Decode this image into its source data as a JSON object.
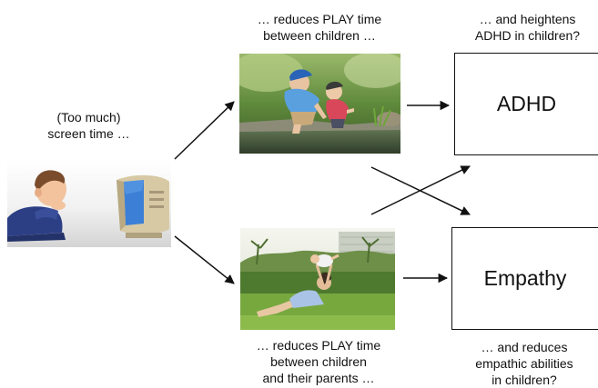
{
  "captions": {
    "screen_time": [
      "(Too much)",
      "screen time …"
    ],
    "play_children": [
      "… reduces PLAY time",
      "between children …"
    ],
    "play_parents": [
      "… reduces PLAY time",
      "between children",
      "and their parents …"
    ],
    "adhd_question": [
      "… and heightens",
      "ADHD in children?"
    ],
    "empathy_question": [
      "… and reduces",
      "empathic abilities",
      "in children?"
    ]
  },
  "boxes": {
    "adhd": "ADHD",
    "empathy": "Empathy"
  },
  "images": {
    "screen_time": "child-watching-tv-illustration",
    "children_play": "two-children-playing-by-water-photo",
    "parent_play": "parent-lifting-child-on-lawn-photo"
  },
  "colors": {
    "text": "#111111",
    "arrow": "#111111",
    "child_shirt": "#2c3e84",
    "tv_screen": "#3b7fd6",
    "tv_body": "#d8c9a5"
  }
}
